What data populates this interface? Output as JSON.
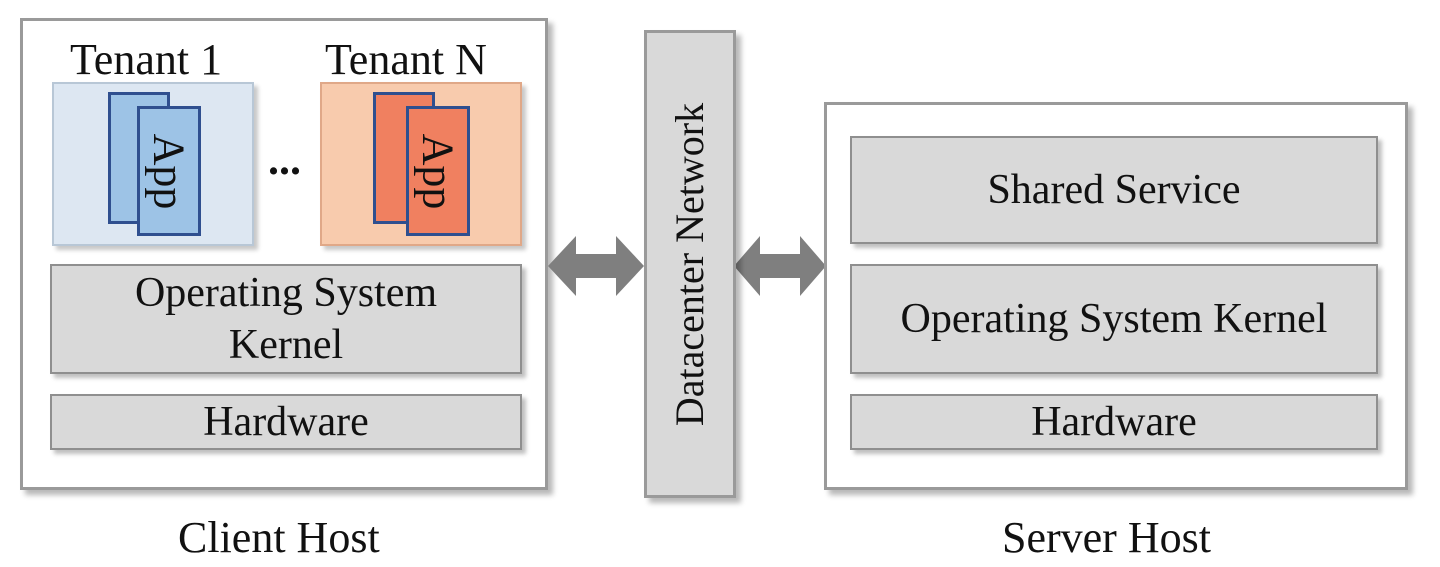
{
  "client_host": {
    "caption": "Client Host",
    "tenants": [
      {
        "label": "Tenant 1",
        "app_label": "App",
        "bg_color": "#dde7f2",
        "card_color": "#9dc3e6",
        "card_front_color": "#9dc3e6"
      },
      {
        "label": "Tenant N",
        "app_label": "App",
        "bg_color": "#f8cbad",
        "card_color": "#f08060",
        "card_front_color": "#f08060"
      }
    ],
    "ellipsis": "...",
    "os_kernel_line1": "Operating System",
    "os_kernel_line2": "Kernel",
    "hardware": "Hardware"
  },
  "network": {
    "label": "Datacenter Network"
  },
  "server_host": {
    "caption": "Server Host",
    "shared_service": "Shared Service",
    "os_kernel": "Operating System Kernel",
    "hardware": "Hardware"
  },
  "colors": {
    "layer_fill": "#d9d9d9",
    "border_gray": "#9a9a9a",
    "arrow_gray": "#7f7f7f",
    "app_border": "#2f4f8f"
  }
}
